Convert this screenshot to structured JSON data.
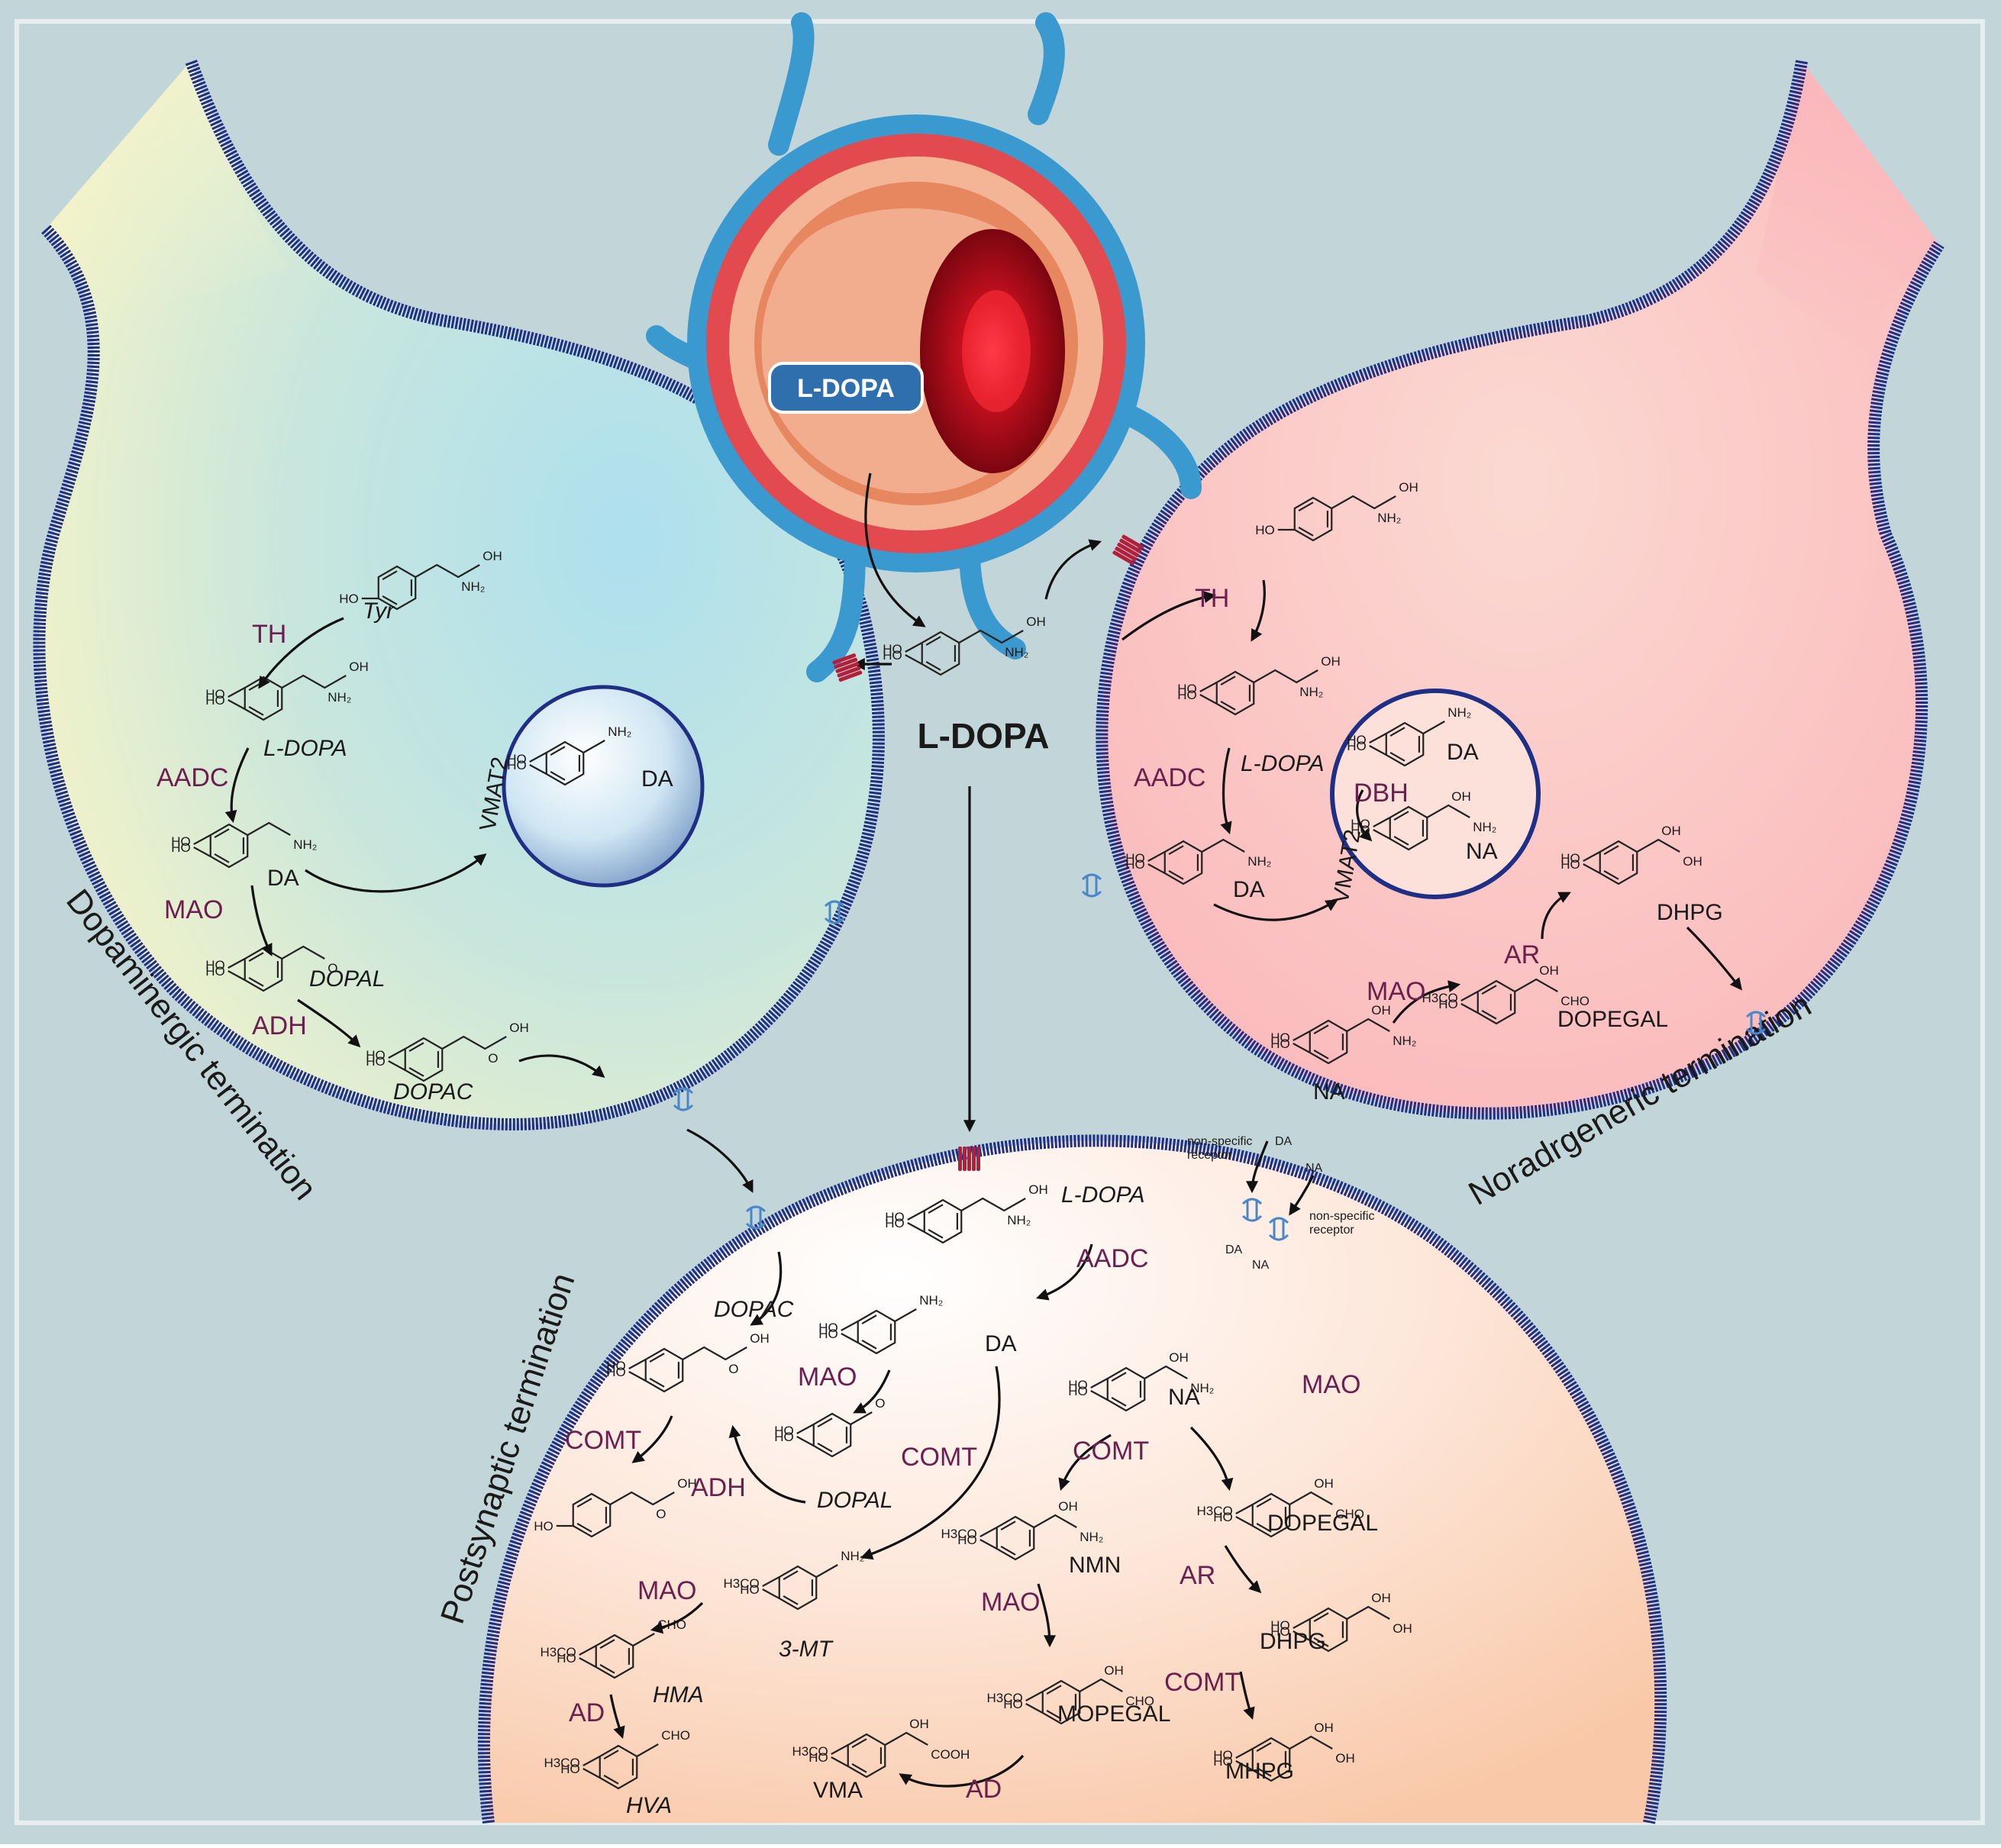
{
  "colors": {
    "background": "#c2d5d8",
    "membrane": "#1f2f86",
    "enzyme_text": "#6b1f4e",
    "ldopa_badge": "#2f6fae",
    "vessel_red": "#d42027",
    "vessel_blue": "#3a9ad0"
  },
  "vessel": {
    "badge": "L-DOPA"
  },
  "center": {
    "title": "L-DOPA"
  },
  "regions": {
    "dopaminergic": "Dopaminergic termination",
    "noradrenergic": "Noradrgeneric termination",
    "postsynaptic": "Postsynaptic termination"
  },
  "dopaminergic": {
    "enzymes": [
      "TH",
      "AADC",
      "MAO",
      "ADH"
    ],
    "molecules": [
      "Tyr",
      "L-DOPA",
      "DA",
      "DOPAL",
      "DOPAC"
    ],
    "vesicle": "DA",
    "transporter": "VMAT2"
  },
  "noradrenergic": {
    "enzymes": [
      "TH",
      "AADC",
      "DBH",
      "AR",
      "MAO"
    ],
    "molecules": [
      "L-DOPA",
      "DA",
      "NA",
      "DHPG",
      "DOPEGAL",
      "NA"
    ],
    "vesicle_top": "DA",
    "vesicle_bottom": "NA",
    "transporter": "VMAT2"
  },
  "receptors": {
    "label1": "non-specific\nreceptor",
    "label2": "non-specific\nreceptor",
    "da_top": "DA",
    "na_top": "NA",
    "da_bottom": "DA",
    "na_bottom": "NA"
  },
  "postsynaptic": {
    "enzymes": [
      "AADC",
      "MAO",
      "COMT",
      "ADH",
      "COMT",
      "MAO",
      "AD",
      "COMT",
      "MAO",
      "MAO",
      "AR",
      "COMT",
      "AD"
    ],
    "molecules": [
      "L-DOPA",
      "DOPAC",
      "DA",
      "DOPAL",
      "NA",
      "DOPEGAL",
      "NMN",
      "3-MT",
      "HMA",
      "HVA",
      "VMA",
      "MOPEGAL",
      "DHPG",
      "MHPG"
    ]
  },
  "atoms": {
    "HO": "HO",
    "OH": "OH",
    "NH2": "NH₂",
    "O": "O",
    "CHO": "CHO",
    "H3CO": "H3CO",
    "COOH": "COOH"
  }
}
